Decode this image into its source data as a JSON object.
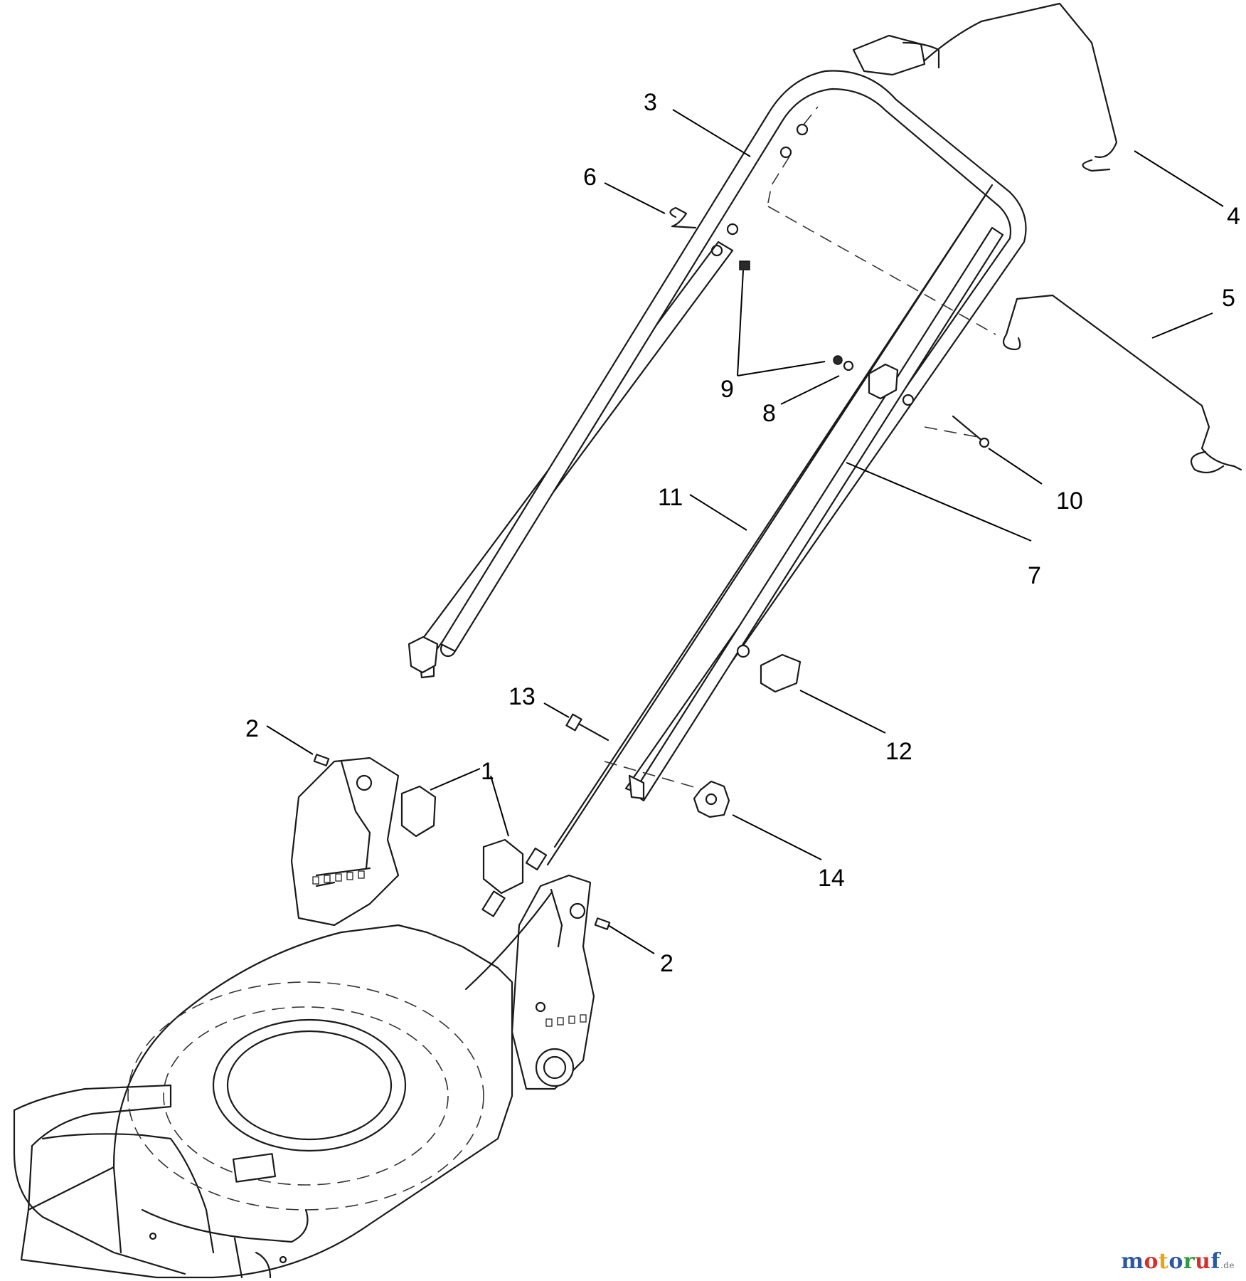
{
  "callouts": {
    "c1": "1",
    "c2a": "2",
    "c2b": "2",
    "c3": "3",
    "c4": "4",
    "c5": "5",
    "c6": "6",
    "c7": "7",
    "c8": "8",
    "c9": "9",
    "c10": "10",
    "c11": "11",
    "c12": "12",
    "c13": "13",
    "c14": "14"
  },
  "watermark": {
    "letters": [
      "m",
      "o",
      "t",
      "o",
      "r",
      "u",
      "f"
    ],
    "colors": [
      "#2b57a6",
      "#d4312c",
      "#e8a317",
      "#2b57a6",
      "#2f9a3f",
      "#d4312c",
      "#2b57a6"
    ],
    "suffix": ".de"
  }
}
